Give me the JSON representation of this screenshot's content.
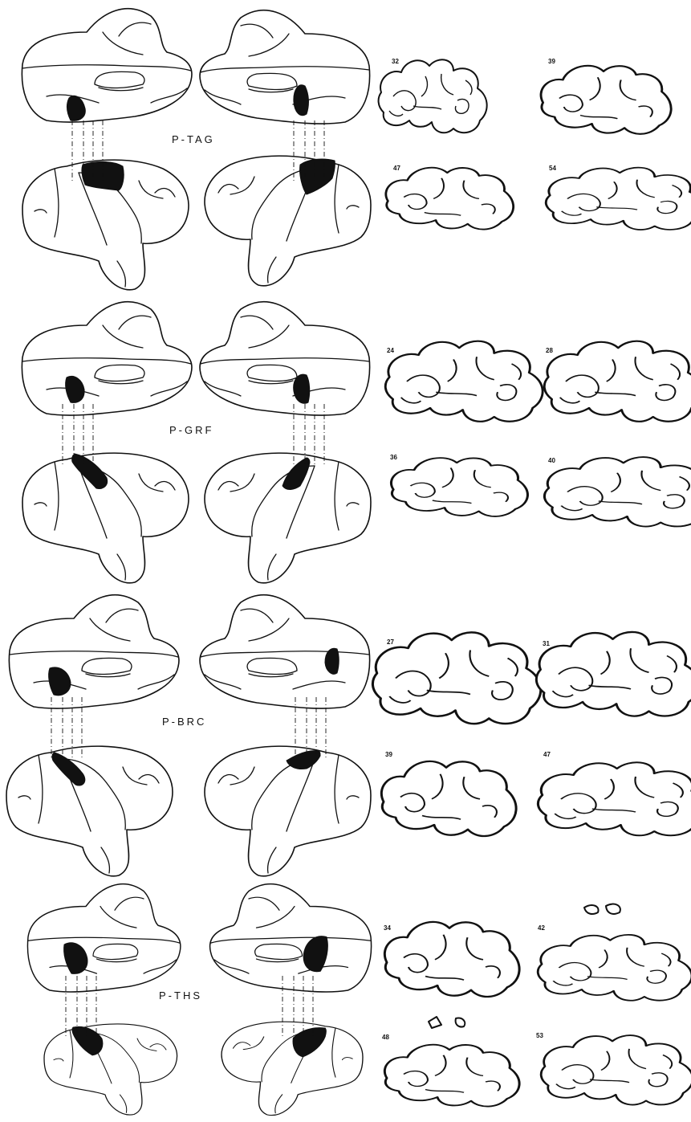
{
  "panels": [
    {
      "label": "P-TAG",
      "section_numbers": [
        "32",
        "39",
        "47",
        "54"
      ]
    },
    {
      "label": "P-GRF",
      "section_numbers": [
        "24",
        "28",
        "36",
        "40"
      ]
    },
    {
      "label": "P-BRC",
      "section_numbers": [
        "27",
        "31",
        "39",
        "47"
      ]
    },
    {
      "label": "P-THS",
      "section_numbers": [
        "34",
        "42",
        "48",
        "53"
      ]
    }
  ]
}
